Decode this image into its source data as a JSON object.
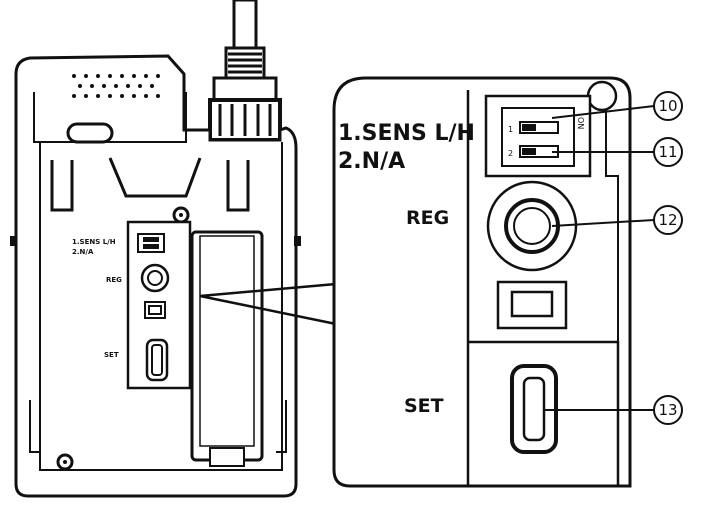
{
  "device": {
    "label_sens": "1.SENS L/H",
    "label_na": "2.N/A",
    "label_reg": "REG",
    "label_set": "SET"
  },
  "zoom": {
    "label_sens": "1.SENS L/H",
    "label_na": "2.N/A",
    "label_reg": "REG",
    "label_set": "SET",
    "dip_row1": "1",
    "dip_row2": "2",
    "dip_on": "ON"
  },
  "callouts": {
    "c10": "10",
    "c11": "11",
    "c12": "12",
    "c13": "13"
  }
}
